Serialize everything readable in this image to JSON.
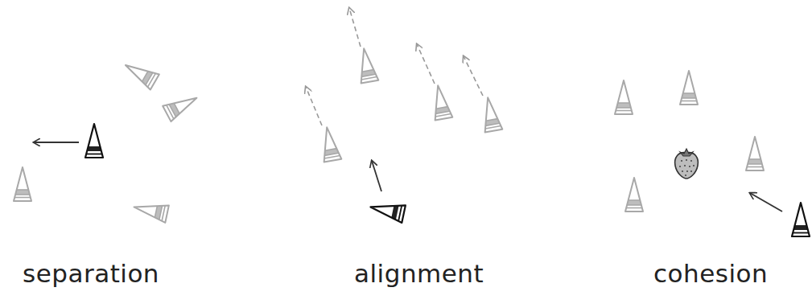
{
  "diagram": {
    "labels": [
      "separation",
      "alignment",
      "cohesion"
    ]
  }
}
